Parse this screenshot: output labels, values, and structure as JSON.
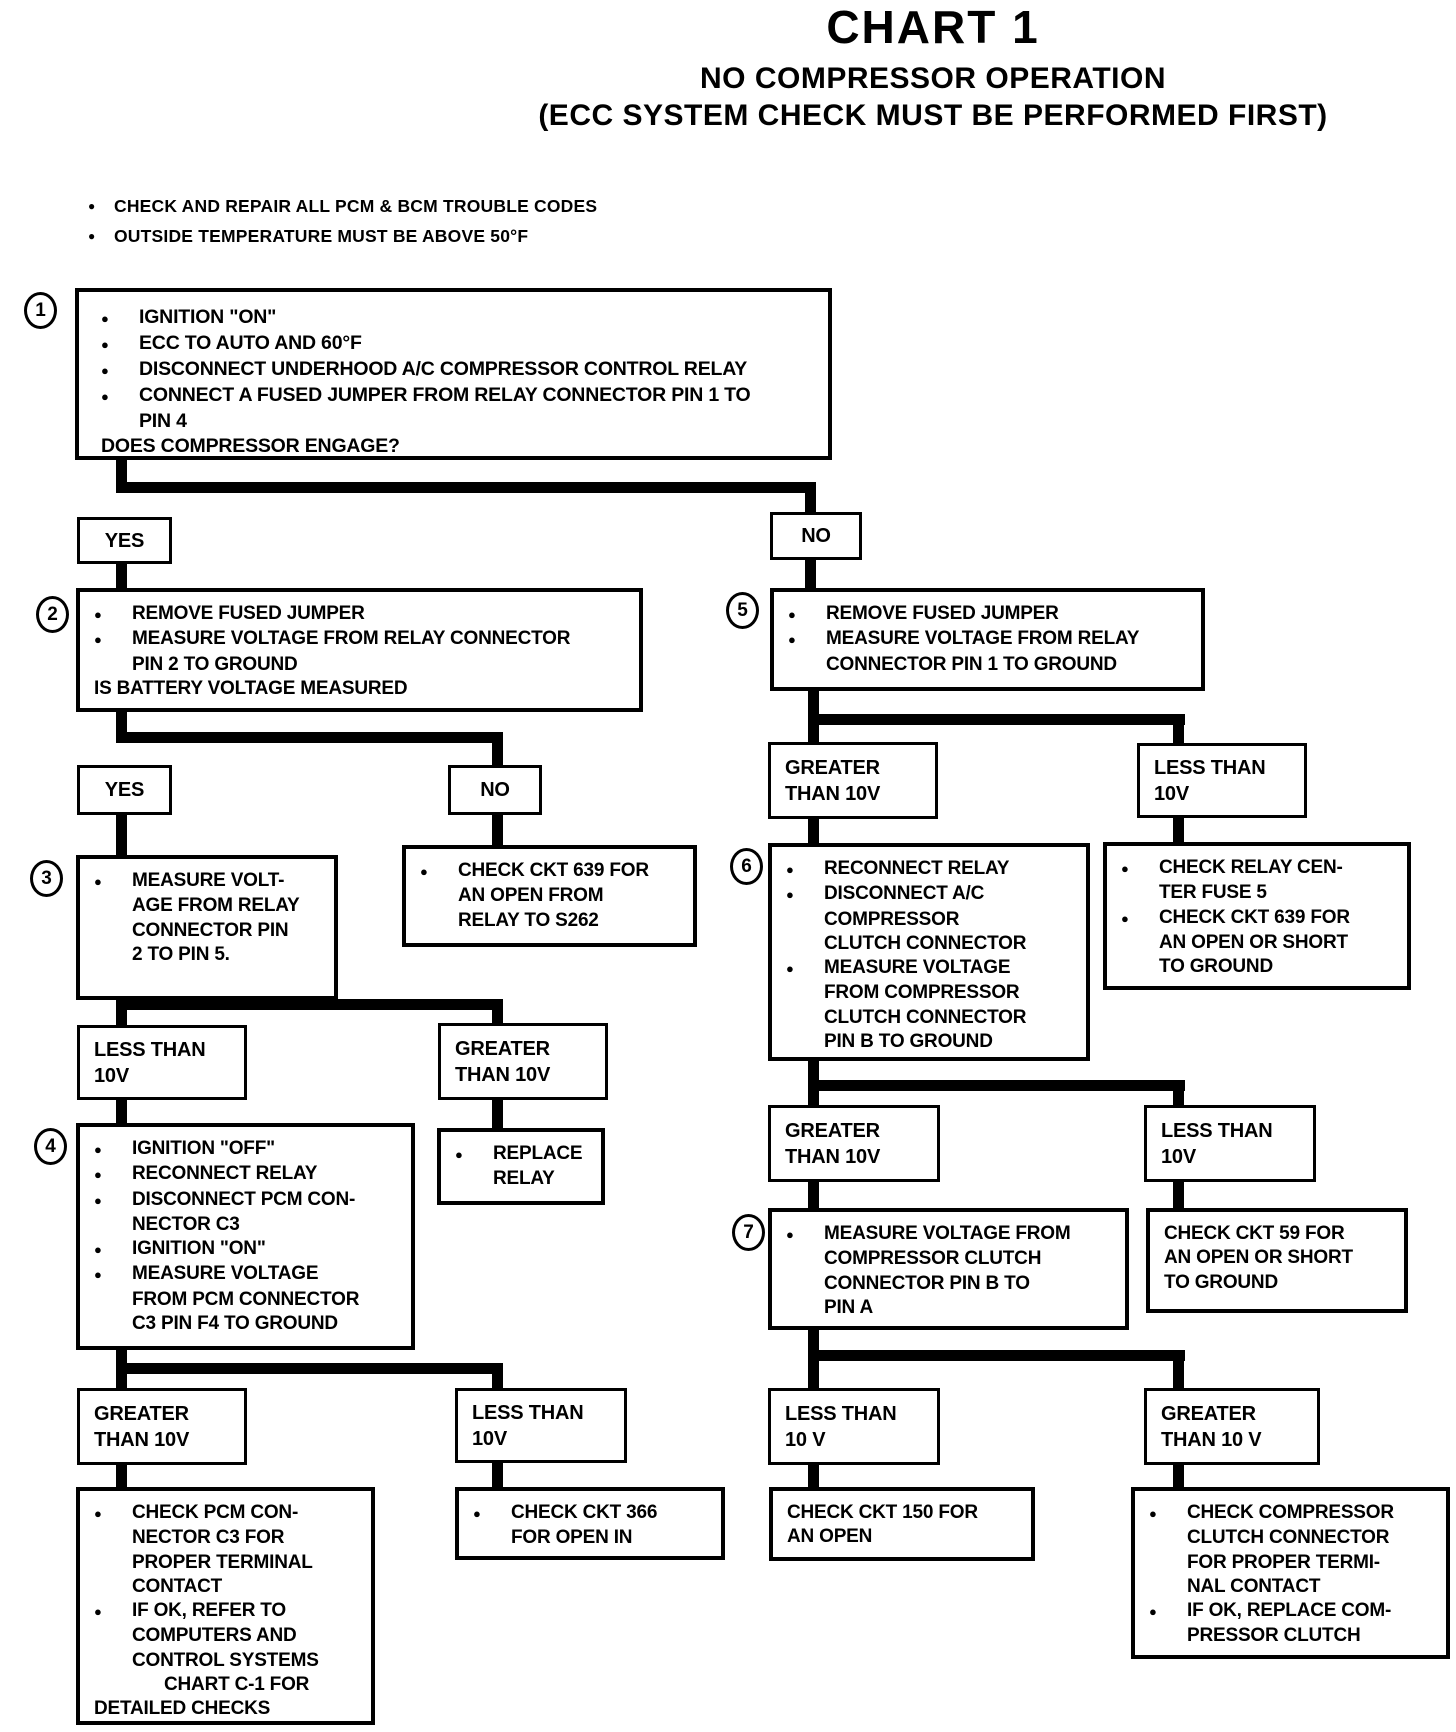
{
  "title": {
    "chart": "CHART 1",
    "subtitle1": "NO COMPRESSOR OPERATION",
    "subtitle2": "(ECC SYSTEM CHECK MUST BE PERFORMED FIRST)"
  },
  "preconditions": [
    "CHECK AND REPAIR ALL PCM & BCM TROUBLE CODES",
    "OUTSIDE TEMPERATURE MUST BE ABOVE 50°F"
  ],
  "colors": {
    "ink": "#000000",
    "paper": "#ffffff"
  },
  "nodes": [
    {
      "id": "box1",
      "step": "1",
      "lines": [
        {
          "b": 1,
          "t": "IGNITION \"ON\""
        },
        {
          "b": 1,
          "t": "ECC TO AUTO AND 60°F"
        },
        {
          "b": 1,
          "t": "DISCONNECT UNDERHOOD A/C COMPRESSOR CONTROL RELAY"
        },
        {
          "b": 1,
          "t": "CONNECT A FUSED JUMPER FROM RELAY CONNECTOR PIN 1 TO"
        },
        {
          "i": 1,
          "t": "PIN 4"
        },
        {
          "i": 0,
          "t": "DOES COMPRESSOR ENGAGE?"
        }
      ]
    },
    {
      "id": "yes1",
      "kind": "label",
      "lines": [
        {
          "t": "YES"
        }
      ]
    },
    {
      "id": "no1",
      "kind": "label",
      "lines": [
        {
          "t": "NO"
        }
      ]
    },
    {
      "id": "box2",
      "step": "2",
      "lines": [
        {
          "b": 1,
          "t": "REMOVE FUSED JUMPER"
        },
        {
          "b": 1,
          "t": "MEASURE VOLTAGE FROM RELAY CONNECTOR"
        },
        {
          "i": 1,
          "t": "PIN 2 TO GROUND"
        },
        {
          "i": 0,
          "t": "IS BATTERY VOLTAGE MEASURED"
        }
      ]
    },
    {
      "id": "box5",
      "step": "5",
      "lines": [
        {
          "b": 1,
          "t": "REMOVE FUSED JUMPER"
        },
        {
          "b": 1,
          "t": "MEASURE  VOLTAGE FROM RELAY"
        },
        {
          "i": 1,
          "t": "CONNECTOR PIN 1 TO GROUND"
        }
      ]
    },
    {
      "id": "yes2",
      "kind": "label",
      "lines": [
        {
          "t": "YES"
        }
      ]
    },
    {
      "id": "no2",
      "kind": "label",
      "lines": [
        {
          "t": "NO"
        }
      ]
    },
    {
      "id": "box3",
      "step": "3",
      "lines": [
        {
          "b": 1,
          "t": "MEASURE VOLT-"
        },
        {
          "i": 1,
          "t": "AGE FROM RELAY"
        },
        {
          "i": 1,
          "t": "CONNECTOR PIN"
        },
        {
          "i": 1,
          "t": "2 TO PIN 5."
        }
      ]
    },
    {
      "id": "ckt639",
      "lines": [
        {
          "b": 1,
          "t": "CHECK CKT 639 FOR"
        },
        {
          "i": 1,
          "t": "AN OPEN FROM"
        },
        {
          "i": 1,
          "t": "RELAY TO S262"
        }
      ]
    },
    {
      "id": "gt_r1",
      "kind": "label",
      "lines": [
        {
          "t": "GREATER"
        },
        {
          "t": "THAN 10V"
        }
      ]
    },
    {
      "id": "lt_r1",
      "kind": "label",
      "lines": [
        {
          "t": "LESS THAN"
        },
        {
          "t": "10V"
        }
      ]
    },
    {
      "id": "box6",
      "step": "6",
      "lines": [
        {
          "b": 1,
          "t": "RECONNECT RELAY"
        },
        {
          "b": 1,
          "t": "DISCONNECT A/C"
        },
        {
          "i": 1,
          "t": "COMPRESSOR"
        },
        {
          "i": 1,
          "t": "CLUTCH CONNECTOR"
        },
        {
          "b": 1,
          "t": "MEASURE VOLTAGE"
        },
        {
          "i": 1,
          "t": "FROM COMPRESSOR"
        },
        {
          "i": 1,
          "t": "CLUTCH CONNECTOR"
        },
        {
          "i": 1,
          "t": "PIN B TO GROUND"
        }
      ]
    },
    {
      "id": "relay_center",
      "lines": [
        {
          "b": 1,
          "t": "CHECK RELAY CEN-"
        },
        {
          "i": 1,
          "t": "TER FUSE 5"
        },
        {
          "b": 1,
          "t": "CHECK CKT 639 FOR"
        },
        {
          "i": 1,
          "t": "AN OPEN OR SHORT"
        },
        {
          "i": 1,
          "t": "TO GROUND"
        }
      ]
    },
    {
      "id": "lt_l1",
      "kind": "label",
      "lines": [
        {
          "t": "LESS THAN"
        },
        {
          "t": "10V"
        }
      ]
    },
    {
      "id": "gt_l1",
      "kind": "label",
      "lines": [
        {
          "t": "GREATER"
        },
        {
          "t": "THAN 10V"
        }
      ]
    },
    {
      "id": "box4",
      "step": "4",
      "lines": [
        {
          "b": 1,
          "t": "IGNITION \"OFF\""
        },
        {
          "b": 1,
          "t": "RECONNECT RELAY"
        },
        {
          "b": 1,
          "t": "DISCONNECT PCM CON-"
        },
        {
          "i": 1,
          "t": "NECTOR C3"
        },
        {
          "b": 1,
          "t": "IGNITION \"ON\""
        },
        {
          "b": 1,
          "t": "MEASURE VOLTAGE"
        },
        {
          "i": 1,
          "t": "FROM PCM CONNECTOR"
        },
        {
          "i": 1,
          "t": "C3 PIN F4 TO GROUND"
        }
      ]
    },
    {
      "id": "replace_relay",
      "lines": [
        {
          "b": 1,
          "t": "REPLACE"
        },
        {
          "i": 1,
          "t": "RELAY"
        }
      ]
    },
    {
      "id": "gt_r2",
      "kind": "label",
      "lines": [
        {
          "t": "GREATER"
        },
        {
          "t": "THAN 10V"
        }
      ]
    },
    {
      "id": "lt_r2",
      "kind": "label",
      "lines": [
        {
          "t": "LESS THAN"
        },
        {
          "t": "10V"
        }
      ]
    },
    {
      "id": "box7",
      "step": "7",
      "lines": [
        {
          "b": 1,
          "t": "MEASURE VOLTAGE FROM"
        },
        {
          "i": 1,
          "t": "COMPRESSOR CLUTCH"
        },
        {
          "i": 1,
          "t": "CONNECTOR PIN B TO"
        },
        {
          "i": 1,
          "t": "PIN A"
        }
      ]
    },
    {
      "id": "ckt59",
      "lines": [
        {
          "i": 0,
          "t": "CHECK CKT 59 FOR"
        },
        {
          "i": 0,
          "t": "AN OPEN OR SHORT"
        },
        {
          "i": 0,
          "t": "TO GROUND"
        }
      ]
    },
    {
      "id": "gt_l2",
      "kind": "label",
      "lines": [
        {
          "t": "GREATER"
        },
        {
          "t": "THAN 10V"
        }
      ]
    },
    {
      "id": "lt_l2",
      "kind": "label",
      "lines": [
        {
          "t": "LESS THAN"
        },
        {
          "t": "10V"
        }
      ]
    },
    {
      "id": "pcm_box",
      "lines": [
        {
          "b": 1,
          "t": "CHECK PCM CON-"
        },
        {
          "i": 1,
          "t": "NECTOR C3 FOR"
        },
        {
          "i": 1,
          "t": "PROPER TERMINAL"
        },
        {
          "i": 1,
          "t": "CONTACT"
        },
        {
          "b": 1,
          "t": "IF OK, REFER TO"
        },
        {
          "i": 1,
          "t": "COMPUTERS AND"
        },
        {
          "i": 1,
          "t": "CONTROL SYSTEMS"
        },
        {
          "i": 2,
          "t": "CHART C-1 FOR"
        },
        {
          "i": 0,
          "t": "DETAILED CHECKS"
        }
      ]
    },
    {
      "id": "ckt366",
      "lines": [
        {
          "b": 1,
          "t": "CHECK CKT 366"
        },
        {
          "i": 1,
          "t": "FOR OPEN IN"
        }
      ]
    },
    {
      "id": "lt_r3",
      "kind": "label",
      "lines": [
        {
          "t": "LESS THAN"
        },
        {
          "t": "10 V"
        }
      ]
    },
    {
      "id": "gt_r3",
      "kind": "label",
      "lines": [
        {
          "t": "GREATER"
        },
        {
          "t": "THAN 10 V"
        }
      ]
    },
    {
      "id": "ckt150",
      "lines": [
        {
          "i": 0,
          "t": "CHECK CKT 150 FOR"
        },
        {
          "i": 0,
          "t": "AN OPEN"
        }
      ]
    },
    {
      "id": "comp_clutch",
      "lines": [
        {
          "b": 1,
          "t": "CHECK COMPRESSOR"
        },
        {
          "i": 1,
          "t": "CLUTCH CONNECTOR"
        },
        {
          "i": 1,
          "t": "FOR PROPER TERMI-"
        },
        {
          "i": 1,
          "t": "NAL CONTACT"
        },
        {
          "b": 1,
          "t": "IF OK, REPLACE COM-"
        },
        {
          "i": 1,
          "t": "PRESSOR CLUTCH"
        }
      ]
    },
    {
      "id": "edges_note",
      "kind": "meta",
      "lines": []
    }
  ],
  "edges": [
    {
      "from": "box1",
      "branch": "YES",
      "to": "box2"
    },
    {
      "from": "box1",
      "branch": "NO",
      "to": "box5"
    },
    {
      "from": "box2",
      "branch": "YES",
      "to": "box3"
    },
    {
      "from": "box2",
      "branch": "NO",
      "to": "ckt639"
    },
    {
      "from": "box3",
      "branch": "LESS THAN 10V",
      "to": "box4"
    },
    {
      "from": "box3",
      "branch": "GREATER THAN 10V",
      "to": "replace_relay"
    },
    {
      "from": "box4",
      "branch": "GREATER THAN 10V",
      "to": "pcm_box"
    },
    {
      "from": "box4",
      "branch": "LESS THAN 10V",
      "to": "ckt366"
    },
    {
      "from": "box5",
      "branch": "GREATER THAN 10V",
      "to": "box6"
    },
    {
      "from": "box5",
      "branch": "LESS THAN 10V",
      "to": "relay_center"
    },
    {
      "from": "box6",
      "branch": "GREATER THAN 10V",
      "to": "box7"
    },
    {
      "from": "box6",
      "branch": "LESS THAN 10V",
      "to": "ckt59"
    },
    {
      "from": "box7",
      "branch": "LESS THAN 10 V",
      "to": "ckt150"
    },
    {
      "from": "box7",
      "branch": "GREATER THAN 10 V",
      "to": "comp_clutch"
    }
  ]
}
